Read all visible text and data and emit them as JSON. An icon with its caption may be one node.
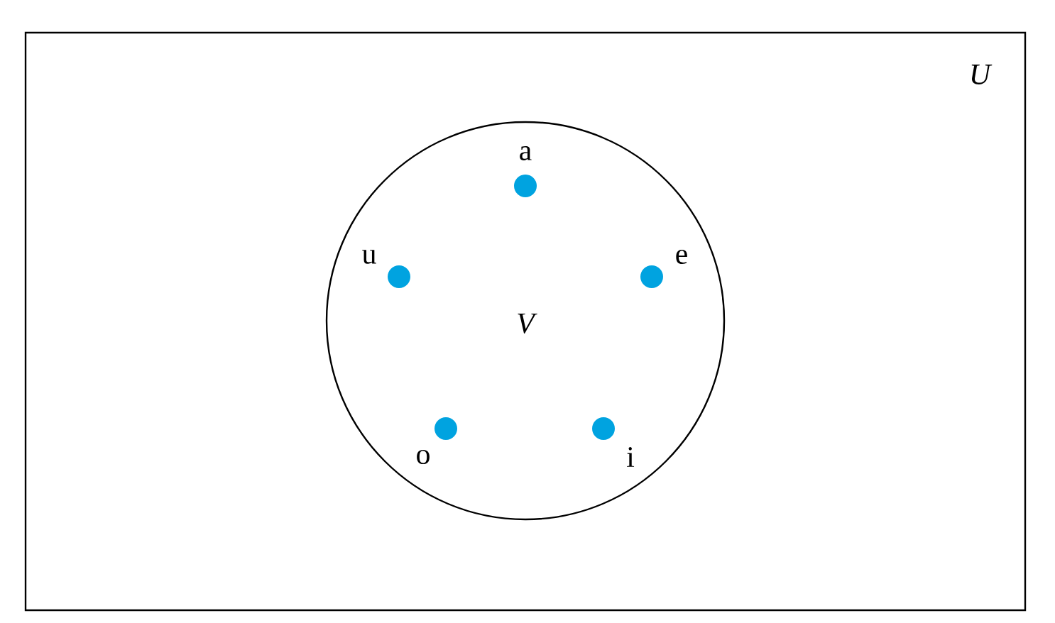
{
  "diagram": {
    "nodes": [
      {
        "text": [
          "U"
        ]
      },
      {
        "text": [
          "V"
        ],
        "in": 0
      },
      {
        "text": [],
        "shape": "circle",
        "in": 1,
        "beside": [
          "a"
        ]
      },
      {
        "text": [],
        "shape": "circle",
        "in": 1,
        "beside": [
          "u"
        ]
      },
      {
        "text": [],
        "shape": "circle",
        "in": 1,
        "beside": [
          "e"
        ]
      },
      {
        "text": [],
        "shape": "circle",
        "in": 1,
        "beside": [
          "o"
        ]
      },
      {
        "text": [],
        "shape": "circle",
        "in": 1,
        "beside": [
          "i"
        ]
      }
    ]
  }
}
